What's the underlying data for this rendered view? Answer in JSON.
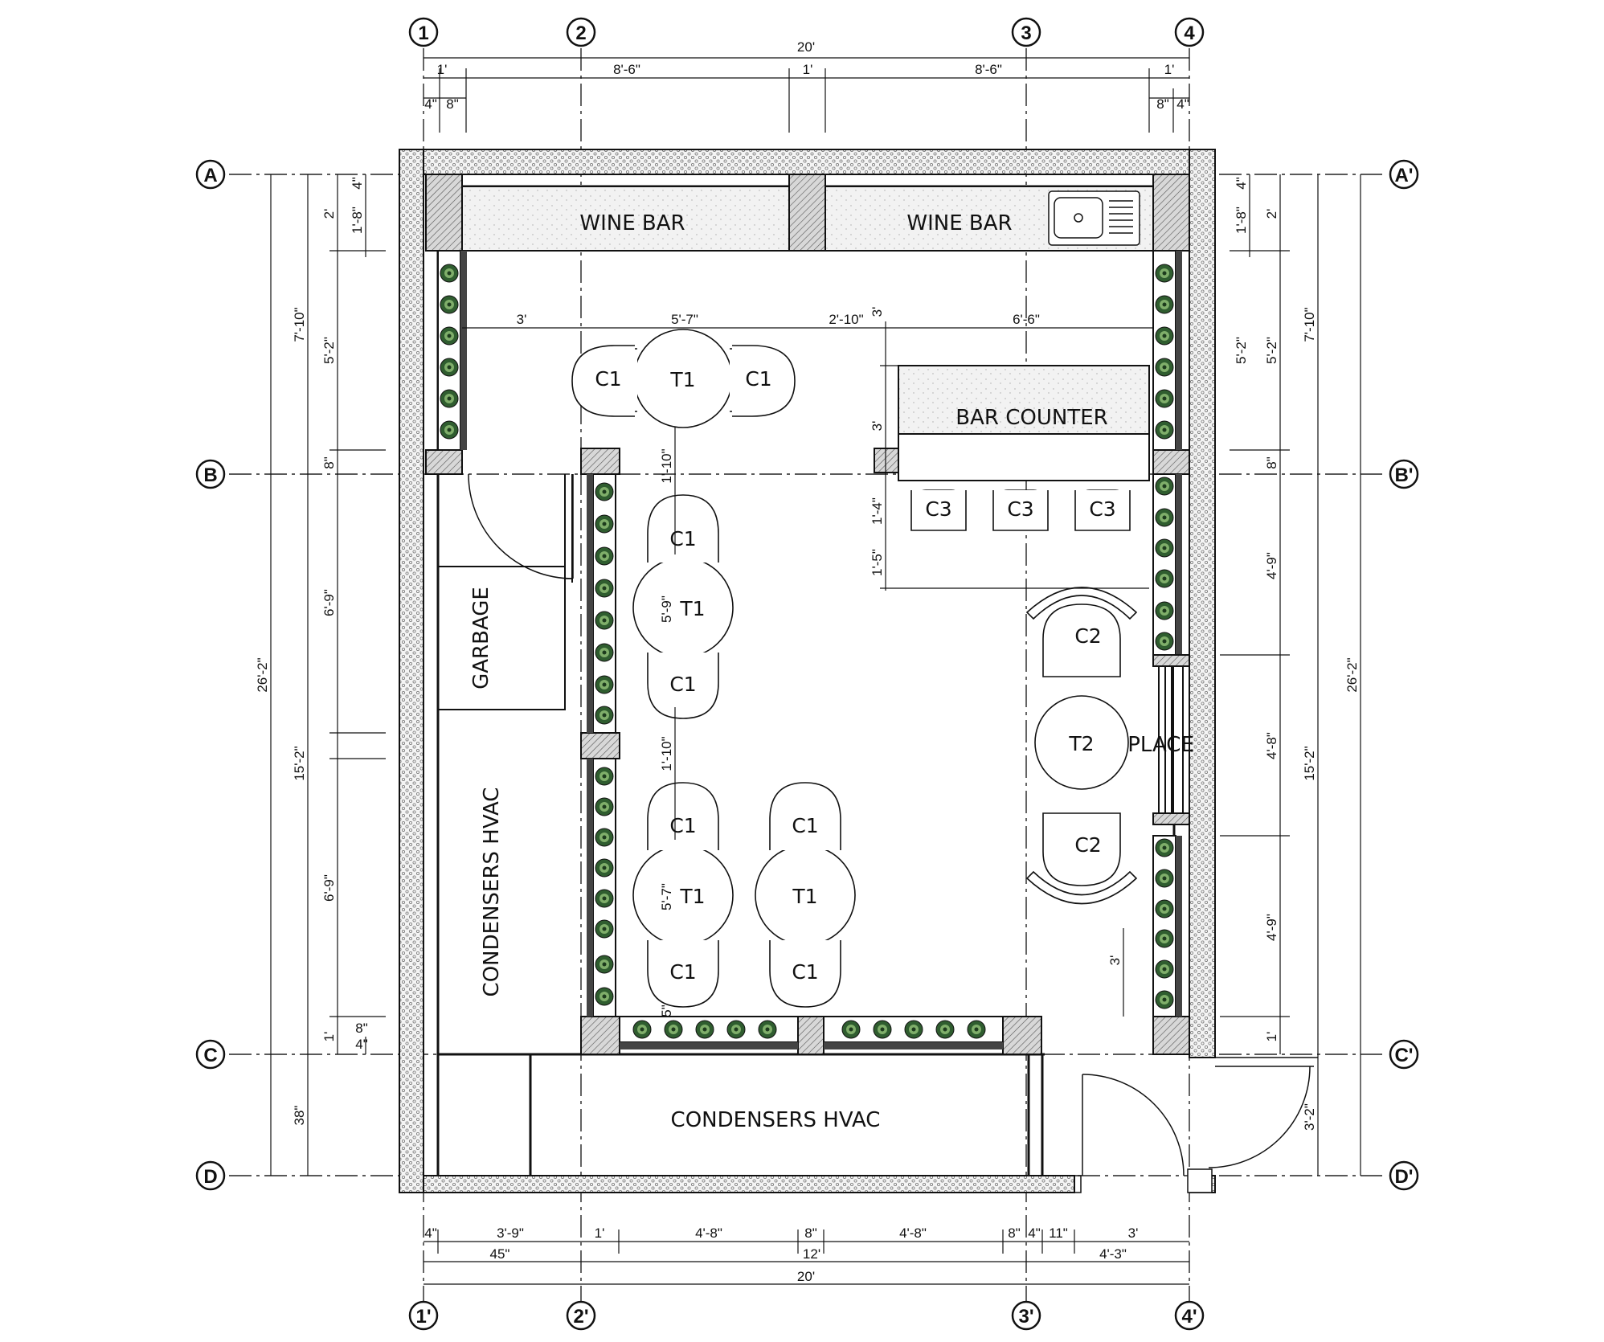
{
  "grid": {
    "top": [
      "1",
      "2",
      "3",
      "4"
    ],
    "bottom": [
      "1'",
      "2'",
      "3'",
      "4'"
    ],
    "left": [
      "A",
      "B",
      "C",
      "D"
    ],
    "right": [
      "A'",
      "B'",
      "C'",
      "D'"
    ]
  },
  "rooms": {
    "wine_bar_1": "WINE BAR",
    "wine_bar_2": "WINE BAR",
    "bar_counter": "BAR COUNTER",
    "garbage": "GARBAGE",
    "condensers_vertical": "CONDENSERS  HVAC",
    "condensers_horizontal": "CONDENSERS  HVAC",
    "fireplace": "FIREPLACE"
  },
  "furniture": {
    "c1": "C1",
    "c2": "C2",
    "c3": "C3",
    "t1": "T1",
    "t2": "T2"
  },
  "dims": {
    "top_total": "20'",
    "top_a": "1'",
    "top_b": "8'-6\"",
    "top_c": "1'",
    "top_d": "8'-6\"",
    "top_e": "1'",
    "top_f": "4\"",
    "top_g": "8\"",
    "top_h": "8\"",
    "top_i": "4\"",
    "bottom_total": "20'",
    "bottom_45": "45\"",
    "bottom_12": "12'",
    "bottom_4_3": "4'-3\"",
    "bottom_4a": "4\"",
    "bottom_3_9": "3'-9\"",
    "bottom_1": "1'",
    "bottom_4_8a": "4'-8\"",
    "bottom_8a": "8\"",
    "bottom_4_8b": "4'-8\"",
    "bottom_8b": "8\"",
    "bottom_4b": "4\"",
    "bottom_11": "11\"",
    "bottom_3": "3'",
    "left_26_2": "26'-2\"",
    "left_7_10": "7'-10\"",
    "left_15_2": "15'-2\"",
    "left_38": "38\"",
    "left_2": "2'",
    "left_1_8": "1'-8\"",
    "left_4": "4\"",
    "left_5_2": "5'-2\"",
    "left_8": "8\"",
    "left_6_9a": "6'-9\"",
    "left_6_9b": "6'-9\"",
    "left_1": "1'",
    "left_4b": "4\"",
    "left_8b": "8\"",
    "right_26_2": "26'-2\"",
    "right_7_10": "7'-10\"",
    "right_15_2": "15'-2\"",
    "right_3_2": "3'-2\"",
    "right_2": "2'",
    "right_1_8": "1'-8\"",
    "right_4": "4\"",
    "right_5_2a": "5'-2\"",
    "right_5_2b": "5'-2\"",
    "right_8": "8\"",
    "right_4_9a": "4'-9\"",
    "right_4_8": "4'-8\"",
    "right_4_9b": "4'-9\"",
    "right_1": "1'",
    "int_3": "3'",
    "int_5_7": "5'-7\"",
    "int_2_10": "2'-10\"",
    "int_6_6": "6'-6\"",
    "int_3v_a": "3'",
    "int_3v_b": "3'",
    "int_1_4": "1'-4\"",
    "int_1_5": "1'-5\"",
    "int_1_10a": "1'-10\"",
    "int_1_10b": "1'-10\"",
    "int_5_9": "5'-9\"",
    "int_5_7b": "5'-7\"",
    "int_5": "5\"",
    "int_3_fp": "3'"
  },
  "colors": {
    "line": "#111111",
    "wall_pattern": "#888888",
    "plant": "#3a6b3a"
  }
}
